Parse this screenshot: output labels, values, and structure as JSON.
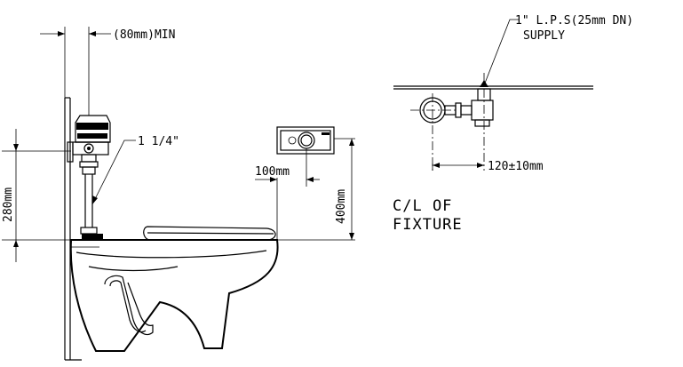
{
  "labels": {
    "clearance": "(80mm)MIN",
    "pipe_size": "1 1/4\"",
    "offset_100": "100mm",
    "height_280": "280mm",
    "height_400": "400mm",
    "supply_line1": "1\" L.P.S(25mm DN)",
    "supply_line2": "SUPPLY",
    "offset_120": "120±10mm",
    "centerline_line1": "C/L OF",
    "centerline_line2": "FIXTURE"
  },
  "colors": {
    "ink": "#000000",
    "paper": "#ffffff"
  }
}
